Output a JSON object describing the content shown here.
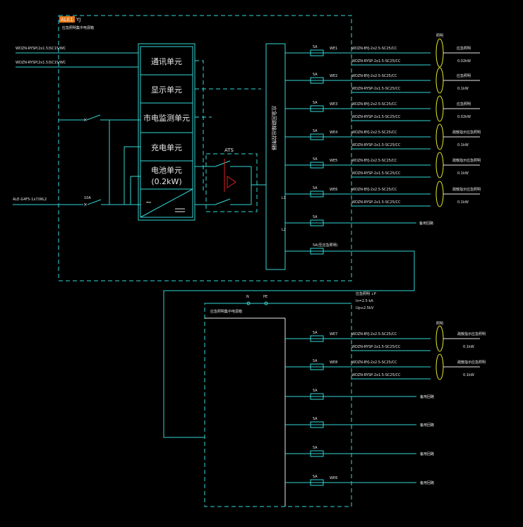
{
  "panel1": {
    "tag": "ALE1",
    "tag_suffix": "YJ",
    "subtitle": "应急照明集中电源箱"
  },
  "inputs": [
    {
      "label": "WDZN-RYSP(2x1.5)SC15/WC"
    },
    {
      "label": "WDZN-RYSP(2x1.5)SC15/WC"
    }
  ],
  "main_feed": {
    "label": "ALE-G4F5-1x7/WL2",
    "breaker": "10A"
  },
  "units": {
    "comm": "通讯单元",
    "display": "显示单元",
    "monitor": "市电监测单元",
    "charge": "充电单元",
    "battery": "电池单元",
    "battery_power": "(0.2kW)"
  },
  "ats": {
    "label": "ATS"
  },
  "bus1": {
    "label": "应急回路输出控制器",
    "l1": "L1",
    "l2": "L2"
  },
  "circuits_top": [
    {
      "rating": "5A",
      "id": "WE1",
      "cable1": "WDZN-BYJ-2x2.5-SC25/CC",
      "cable2": "WDZN-RYSP-2x1.5-SC25/CC",
      "note_top": "照明",
      "load": "应急照明",
      "power": "0.02kW"
    },
    {
      "rating": "5A",
      "id": "WE2",
      "cable1": "WDZN-BYJ-2x2.5-SC25/CC",
      "cable2": "WDZN-RYSP-2x1.5-SC25/CC",
      "note_top": "",
      "load": "应急照明",
      "power": "0.1kW"
    },
    {
      "rating": "5A",
      "id": "WE3",
      "cable1": "WDZN-BYJ-2x2.5-SC25/CC",
      "cable2": "WDZN-RYSP-2x1.5-SC25/CC",
      "note_top": "",
      "load": "应急照明",
      "power": "0.02kW"
    },
    {
      "rating": "5A",
      "id": "WE4",
      "cable1": "WDZN-BYJ-2x2.5-SC25/CC",
      "cable2": "WDZN-RYSP-2x1.5-SC25/CC",
      "note_top": "",
      "load": "疏散指示应急照明",
      "power": "0.1kW"
    },
    {
      "rating": "5A",
      "id": "WE5",
      "cable1": "WDZN-BYJ-2x2.5-SC25/CC",
      "cable2": "WDZN-RYSP-2x1.5-SC25/CC",
      "note_top": "",
      "load": "疏散指示应急照明",
      "power": "0.1kW"
    },
    {
      "rating": "5A",
      "id": "WE6",
      "cable1": "WDZN-BYJ-2x2.5-SC25/CC",
      "cable2": "WDZN-RYSP-2x1.5-SC25/CC",
      "note_top": "",
      "load": "疏散指示应急照明",
      "power": "0.1kW"
    }
  ],
  "spare_top": {
    "rating": "5A",
    "label": "备用回路"
  },
  "to_panel2": {
    "rating": "5A(至应急照明)"
  },
  "panel2": {
    "subtitle": "应急照明集中电源箱",
    "spec1": "应急照明 ↓P",
    "spec2": "In=2.5 kA",
    "spec3": "Up≤2.5kV",
    "n": "N",
    "pe": "PE"
  },
  "circuits_bottom": [
    {
      "rating": "5A",
      "id": "WE7",
      "cable1": "WDZN-BYJ-2x2.5-SC25/CC",
      "cable2": "WDZN-RYSP-2x1.5-SC25/CC",
      "note_top": "照明",
      "load": "疏散指示应急照明",
      "power": "0.1kW"
    },
    {
      "rating": "5A",
      "id": "WE8",
      "cable1": "WDZN-BYJ-2x2.5-SC25/CC",
      "cable2": "WDZN-RYSP-2x1.5-SC25/CC",
      "note_top": "",
      "load": "疏散指示应急照明",
      "power": "0.1kW"
    }
  ],
  "spares_bottom": [
    {
      "rating": "5A",
      "id": "",
      "label": "备用回路"
    },
    {
      "rating": "5A",
      "id": "",
      "label": "备用回路"
    },
    {
      "rating": "5A",
      "id": "",
      "label": "备用回路"
    },
    {
      "rating": "5A",
      "id": "WE6",
      "label": "备用回路"
    }
  ],
  "colors": {
    "line": "#33d6d6",
    "text": "#e8e8e8",
    "lamp": "#e8e82a",
    "ats": "#e02020",
    "tag_bg": "#e87a1a"
  }
}
